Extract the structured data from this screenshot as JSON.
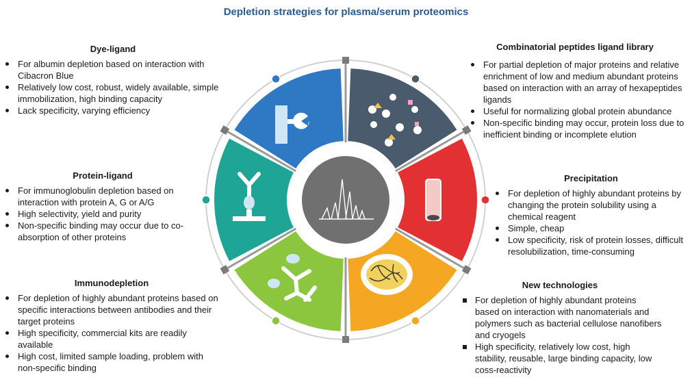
{
  "title": "Depletion strategies for plasma/serum proteomics",
  "colors": {
    "title": "#2a5a8f",
    "dye": "#2f78c4",
    "library": "#4a5b6e",
    "precipitation": "#e23033",
    "new_tech": "#f5a623",
    "immuno": "#8cc63f",
    "protein": "#1fa595",
    "ring": "#d0d0d0",
    "hub": "#707070"
  },
  "sections": {
    "dye_ligand": {
      "title": "Dye-ligand",
      "bullets": [
        "For albumin depletion based on interaction with Cibacron Blue",
        "Relatively low cost, robust, widely available, simple immobilization, high binding capacity",
        "Lack specificity, varying efficiency"
      ]
    },
    "protein_ligand": {
      "title": "Protein-ligand",
      "bullets": [
        "For immunoglobulin depletion based on interaction with protein A, G or A/G",
        "High selectivity, yield and purity",
        "Non-specific binding may occur due to co-absorption of other proteins"
      ]
    },
    "immunodepletion": {
      "title": "Immunodepletion",
      "bullets": [
        "For depletion of highly abundant proteins based on specific interactions between antibodies and their target proteins",
        "High specificity, commercial kits are readily available",
        "High cost, limited sample loading, problem with non-specific binding"
      ]
    },
    "combinatorial": {
      "title": "Combinatorial peptides ligand library",
      "bullets": [
        "For partial depletion of major proteins and relative enrichment of low and medium abundant proteins based on interaction with an array of hexapeptides ligands",
        "Useful for normalizing global protein abundance",
        "Non-specific binding may occur, protein loss due to inefficient binding or incomplete elution"
      ]
    },
    "precipitation": {
      "title": "Precipitation",
      "bullets": [
        "For depletion of highly abundant proteins by changing the protein solubility using a chemical reagent",
        "Simple, cheap",
        "Low specificity, risk of protein losses, difficult resolubilization, time-consuming"
      ]
    },
    "new_technologies": {
      "title": "New technologies",
      "bullets": [
        "For depletion of highly abundant proteins based on interaction with nanomaterials and polymers such as bacterial cellulose nanofibers and cryogels",
        "High specificity, relatively low cost, high stability, reusable, large binding capacity, low coss-reactivity"
      ]
    }
  }
}
